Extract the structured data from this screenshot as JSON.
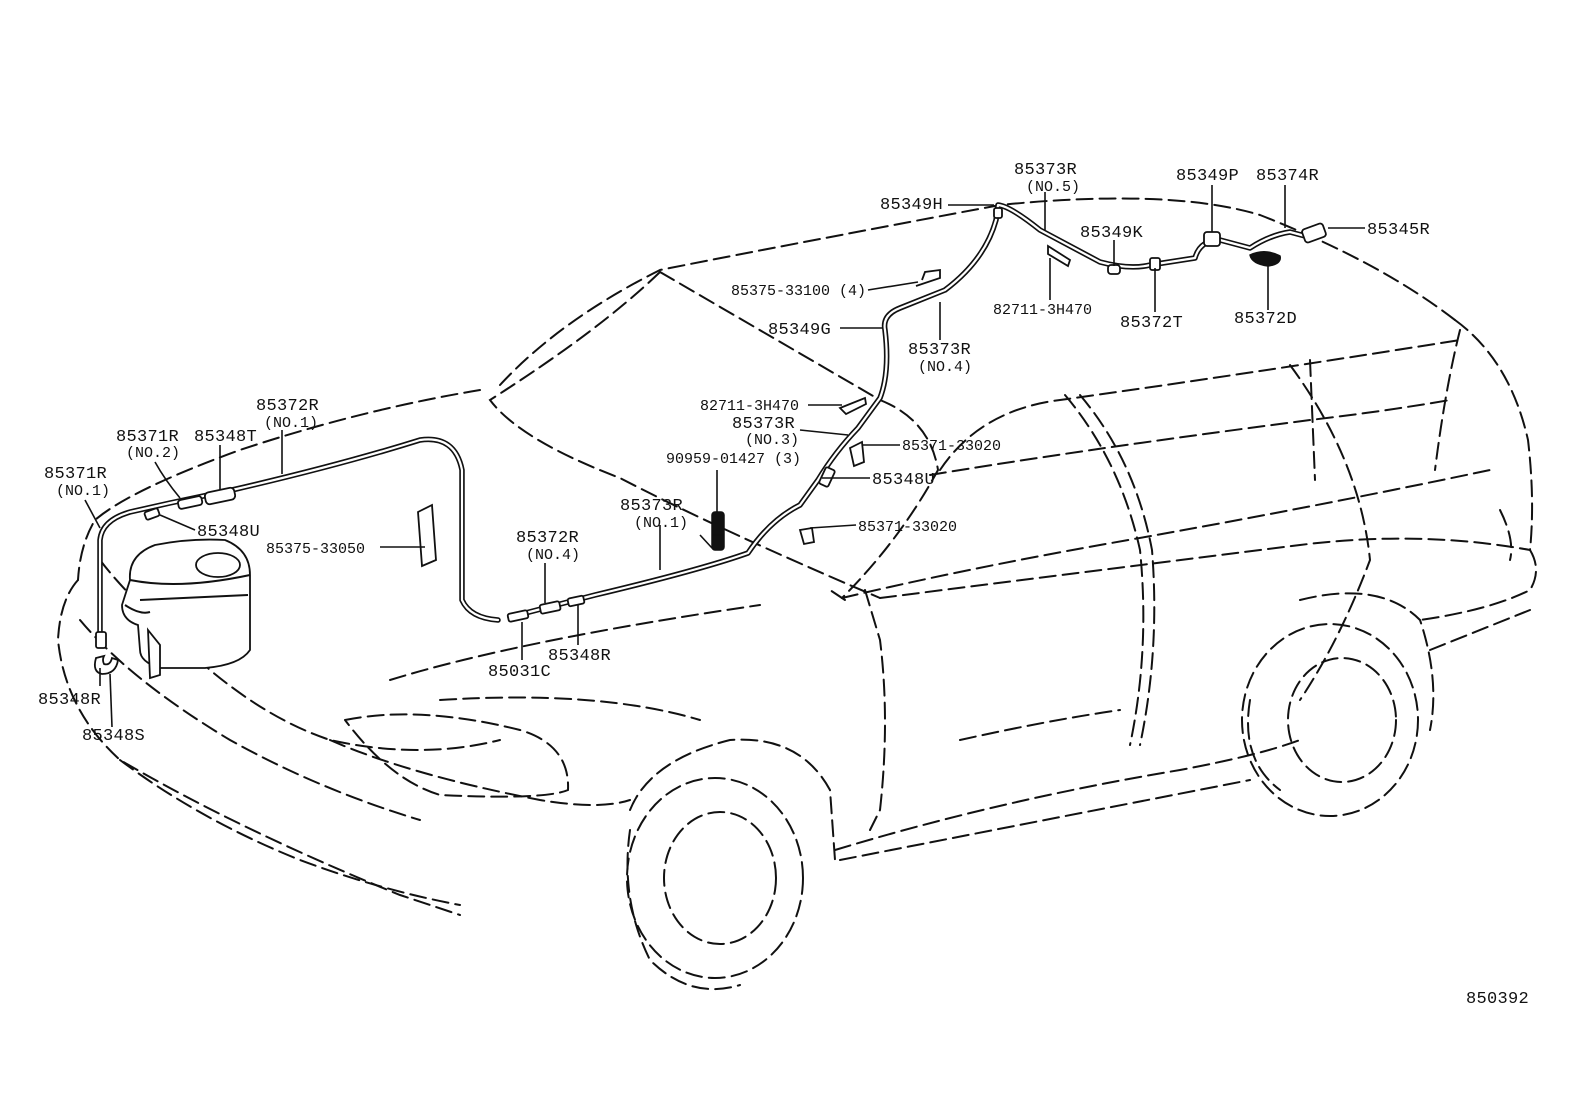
{
  "diagram_id": "850392",
  "parts": {
    "p85373R_no5": {
      "number": "85373R",
      "note": "(NO.5)"
    },
    "p85349P": {
      "number": "85349P"
    },
    "p85374R": {
      "number": "85374R"
    },
    "p85349H": {
      "number": "85349H"
    },
    "p85349K": {
      "number": "85349K"
    },
    "p85345R": {
      "number": "85345R"
    },
    "p85375_33100": {
      "number": "85375-33100 (4)"
    },
    "p82711_top": {
      "number": "82711-3H470"
    },
    "p85372T": {
      "number": "85372T"
    },
    "p85372D": {
      "number": "85372D"
    },
    "p85349G": {
      "number": "85349G"
    },
    "p85373R_no4": {
      "number": "85373R",
      "note": "(NO.4)"
    },
    "p82711_mid": {
      "number": "82711-3H470"
    },
    "p85373R_no3": {
      "number": "85373R",
      "note": "(NO.3)"
    },
    "p85371_33020_a": {
      "number": "85371-33020"
    },
    "p90959": {
      "number": "90959-01427 (3)"
    },
    "p85348U_right": {
      "number": "85348U"
    },
    "p85373R_no1": {
      "number": "85373R",
      "note": "(NO.1)"
    },
    "p85371_33020_b": {
      "number": "85371-33020"
    },
    "p85372R_no1": {
      "number": "85372R",
      "note": "(NO.1)"
    },
    "p85371R_no2": {
      "number": "85371R",
      "note": "(NO.2)"
    },
    "p85348T": {
      "number": "85348T"
    },
    "p85371R_no1": {
      "number": "85371R",
      "note": "(NO.1)"
    },
    "p85348U_left": {
      "number": "85348U"
    },
    "p85375_33050": {
      "number": "85375-33050"
    },
    "p85372R_no4": {
      "number": "85372R",
      "note": "(NO.4)"
    },
    "p85348R_mid": {
      "number": "85348R"
    },
    "p85031C": {
      "number": "85031C"
    },
    "p85348R_left": {
      "number": "85348R"
    },
    "p85348S": {
      "number": "85348S"
    }
  }
}
